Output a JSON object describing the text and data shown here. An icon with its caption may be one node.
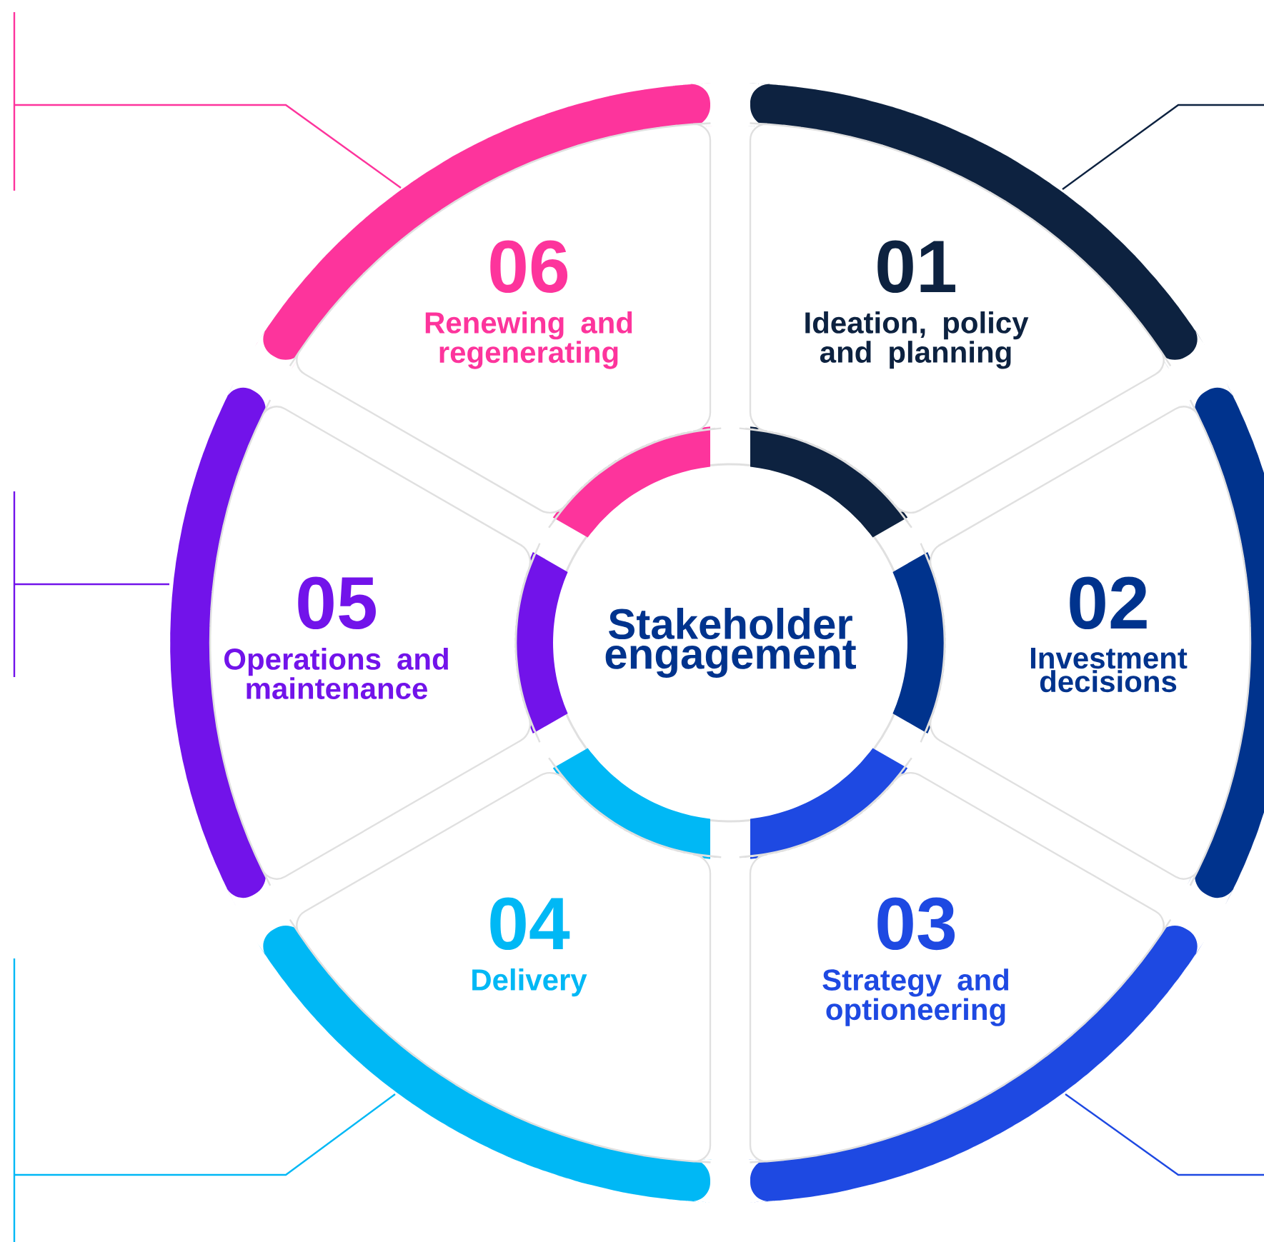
{
  "diagram": {
    "nodes": [
      {
        "text": [
          "Stakeholder engagement"
        ]
      },
      {
        "text": [
          "01",
          "Ideation, policy and planning"
        ]
      },
      {
        "text": [
          "02",
          "Investment decisions"
        ]
      },
      {
        "text": [
          "03",
          "Strategy and optioneering"
        ]
      },
      {
        "text": [
          "04",
          "Delivery"
        ]
      },
      {
        "text": [
          "05",
          "Operations and maintenance"
        ]
      },
      {
        "text": [
          "06",
          "Renewing and regenerating"
        ]
      }
    ],
    "edges": [
      {
        "from": 6,
        "to": null,
        "arrow": "none",
        "color": "#fd349c"
      },
      {
        "from": 1,
        "to": null,
        "arrow": "none",
        "color": "#0d2240"
      },
      {
        "from": 5,
        "to": null,
        "arrow": "none",
        "color": "#7213ea"
      },
      {
        "from": 4,
        "to": null,
        "arrow": "none",
        "color": "#00b8f5"
      },
      {
        "from": 3,
        "to": null,
        "arrow": "none",
        "color": "#1e49e2"
      }
    ]
  }
}
